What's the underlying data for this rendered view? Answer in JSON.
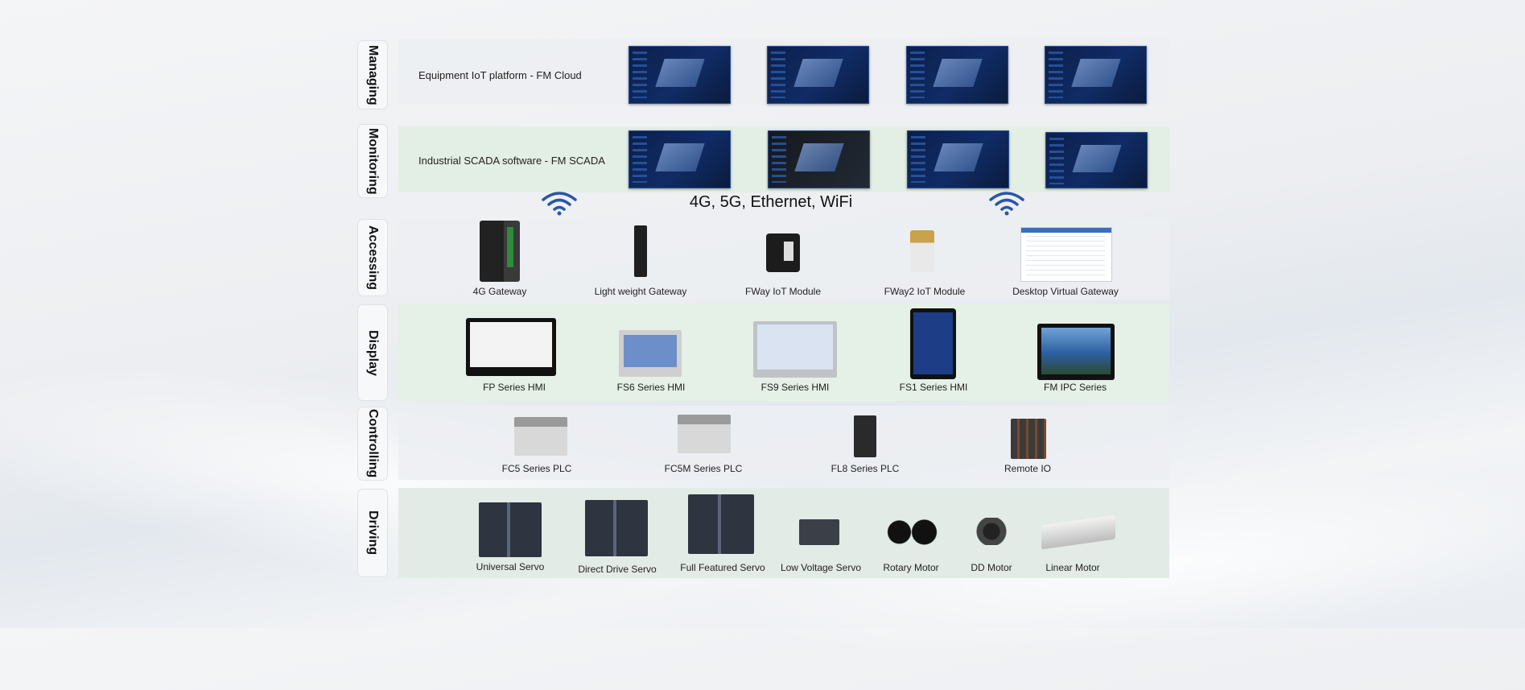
{
  "network": {
    "label": "4G, 5G, Ethernet, WiFi"
  },
  "tiers": {
    "managing": {
      "tag": "Managing",
      "title": "Equipment IoT platform - FM Cloud"
    },
    "monitoring": {
      "tag": "Monitoring",
      "title": "Industrial SCADA software - FM SCADA"
    },
    "accessing": {
      "tag": "Accessing",
      "items": [
        "4G Gateway",
        "Light weight Gateway",
        "FWay IoT Module",
        "FWay2 IoT Module",
        "Desktop Virtual Gateway"
      ]
    },
    "display": {
      "tag": "Display",
      "items": [
        "FP Series HMI",
        "FS6 Series HMI",
        "FS9 Series HMI",
        "FS1 Series HMI",
        "FM IPC Series"
      ]
    },
    "controlling": {
      "tag": "Controlling",
      "items": [
        "FC5 Series PLC",
        "FC5M Series PLC",
        "FL8 Series PLC",
        "Remote IO"
      ]
    },
    "driving": {
      "tag": "Driving",
      "items": [
        "Universal Servo",
        "Direct Drive Servo",
        "Full Featured Servo",
        "Low Voltage Servo",
        "Rotary Motor",
        "DD Motor",
        "Linear Motor"
      ]
    }
  },
  "colors": {
    "band_green": "#e5f0e6",
    "band_gray": "#edf0f2",
    "screen_blue": "#0d2454",
    "wifi_blue": "#2a55a8"
  }
}
